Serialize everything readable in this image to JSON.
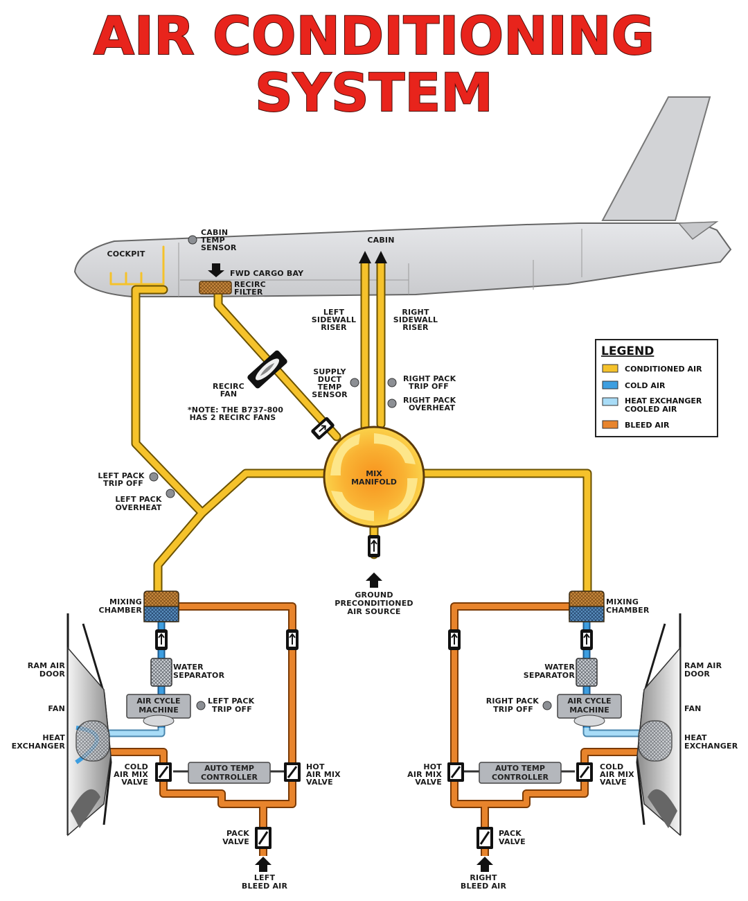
{
  "title": {
    "line1": "AIR CONDITIONING",
    "line2": "SYSTEM"
  },
  "colors": {
    "conditioned_air": "#f5c22b",
    "cold_air": "#3d9ee0",
    "heat_exchanger_cooled_air": "#a8dcf7",
    "bleed_air": "#e8842c",
    "title_red": "#e8241c",
    "fuselage": "#d9dadd"
  },
  "labels": {
    "cockpit": "COCKPIT",
    "cabin_temp_sensor": [
      "CABIN",
      "TEMP",
      "SENSOR"
    ],
    "fwd_cargo_bay": "FWD CARGO BAY",
    "recirc_filter": [
      "RECIRC",
      "FILTER"
    ],
    "cabin": "CABIN",
    "left_sidewall_riser": [
      "LEFT",
      "SIDEWALL",
      "RISER"
    ],
    "right_sidewall_riser": [
      "RIGHT",
      "SIDEWALL",
      "RISER"
    ],
    "recirc_fan": [
      "RECIRC",
      "FAN"
    ],
    "note": [
      "*NOTE: THE B737-800",
      "HAS 2 RECIRC FANS"
    ],
    "supply_duct_temp_sensor": [
      "SUPPLY",
      "DUCT",
      "TEMP",
      "SENSOR"
    ],
    "right_pack_trip_off_top": [
      "RIGHT PACK",
      "TRIP OFF"
    ],
    "right_pack_overheat": [
      "RIGHT PACK",
      "OVERHEAT"
    ],
    "left_pack_trip_off_top": [
      "LEFT PACK",
      "TRIP OFF"
    ],
    "left_pack_overheat": [
      "LEFT PACK",
      "OVERHEAT"
    ],
    "mix_manifold": [
      "MIX",
      "MANIFOLD"
    ],
    "ground_preconditioned": [
      "GROUND",
      "PRECONDITIONED",
      "AIR SOURCE"
    ],
    "mixing_chamber": [
      "MIXING",
      "CHAMBER"
    ],
    "water_separator": [
      "WATER",
      "SEPARATOR"
    ],
    "air_cycle_machine": [
      "AIR CYCLE",
      "MACHINE"
    ],
    "left_pack_trip_off": [
      "LEFT PACK",
      "TRIP OFF"
    ],
    "right_pack_trip_off": [
      "RIGHT PACK",
      "TRIP OFF"
    ],
    "ram_air_door": [
      "RAM AIR",
      "DOOR"
    ],
    "fan": "FAN",
    "heat_exchanger": [
      "HEAT",
      "EXCHANGER"
    ],
    "cold_air_mix_valve": [
      "COLD",
      "AIR MIX",
      "VALVE"
    ],
    "hot_air_mix_valve": [
      "HOT",
      "AIR MIX",
      "VALVE"
    ],
    "auto_temp_controller": [
      "AUTO TEMP",
      "CONTROLLER"
    ],
    "pack_valve": [
      "PACK",
      "VALVE"
    ],
    "left_bleed_air": [
      "LEFT",
      "BLEED AIR"
    ],
    "right_bleed_air": [
      "RIGHT",
      "BLEED AIR"
    ]
  },
  "legend": {
    "title": "LEGEND",
    "items": [
      {
        "label": "CONDITIONED AIR",
        "color": "#f5c22b"
      },
      {
        "label": "COLD AIR",
        "color": "#3d9ee0"
      },
      {
        "label": "HEAT EXCHANGER",
        "label2": "COOLED AIR",
        "color": "#a8dcf7"
      },
      {
        "label": "BLEED AIR",
        "color": "#e8842c"
      }
    ]
  }
}
